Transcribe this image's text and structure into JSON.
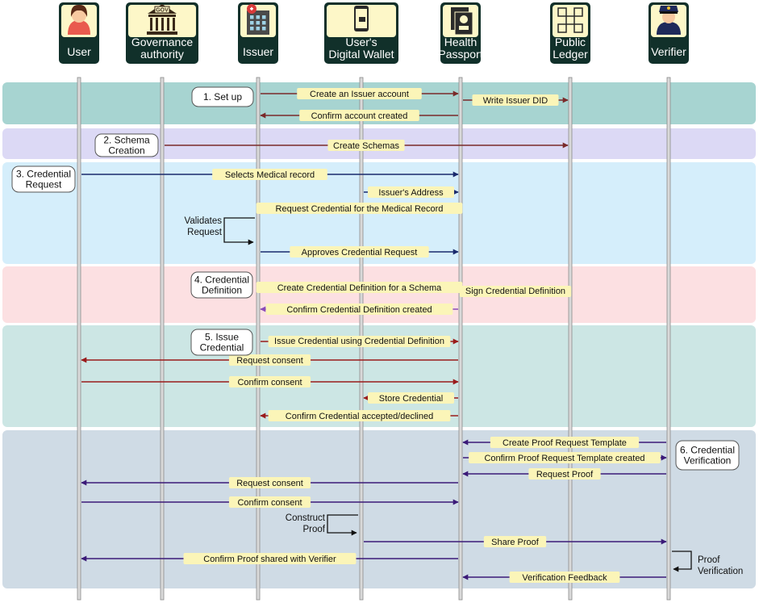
{
  "actors": [
    {
      "id": "user",
      "label": [
        "User"
      ],
      "icon": "user-woman-icon"
    },
    {
      "id": "gov",
      "label": [
        "Governance",
        "authority"
      ],
      "icon": "government-building-icon"
    },
    {
      "id": "issuer",
      "label": [
        "Issuer"
      ],
      "icon": "hospital-icon"
    },
    {
      "id": "wallet",
      "label": [
        "User's",
        "Digital Wallet"
      ],
      "icon": "mobile-wallet-icon"
    },
    {
      "id": "passport",
      "label": [
        "Health",
        "Passport"
      ],
      "icon": "health-passport-icon"
    },
    {
      "id": "ledger",
      "label": [
        "Public",
        "Ledger"
      ],
      "icon": "blockchain-icon"
    },
    {
      "id": "verifier",
      "label": [
        "Verifier"
      ],
      "icon": "police-officer-icon"
    }
  ],
  "icons": {
    "gov_text": "GOV"
  },
  "colors": {
    "setup_band": "#a7d4d1",
    "schema_band": "#dcd9f5",
    "request_band": "#d5eefb",
    "definition_band": "#fce0e2",
    "issue_band": "#cce6e4",
    "verification_band": "#cfdbe5",
    "arrow_brown": "#7a2a2a",
    "arrow_navy": "#1a2a6c",
    "arrow_purple": "#8a4bb8",
    "arrow_red": "#9a1b1b",
    "arrow_indigo": "#3b1a78",
    "label_bg": "#fbf5b8",
    "actor_box": "#11302a"
  },
  "phases": [
    {
      "label": [
        "1. Set up"
      ]
    },
    {
      "label": [
        "2. Schema",
        "Creation"
      ]
    },
    {
      "label": [
        "3. Credential",
        "Request"
      ]
    },
    {
      "label": [
        "4. Credential",
        "Definition"
      ]
    },
    {
      "label": [
        "5. Issue",
        "Credential"
      ]
    },
    {
      "label": [
        "6. Credential",
        "Verification"
      ]
    }
  ],
  "messages": [
    {
      "from": "issuer",
      "to": "passport",
      "label": "Create an Issuer account",
      "color": "arrow_brown"
    },
    {
      "from": "passport",
      "to": "ledger",
      "label": "Write Issuer DID",
      "color": "arrow_brown"
    },
    {
      "from": "passport",
      "to": "issuer",
      "label": "Confirm account created",
      "color": "arrow_brown"
    },
    {
      "from": "gov",
      "to": "ledger",
      "label": "Create Schemas",
      "color": "arrow_brown"
    },
    {
      "from": "user",
      "to": "passport",
      "label": "Selects Medical record",
      "color": "arrow_navy"
    },
    {
      "from": "wallet",
      "to": "passport",
      "label": "Issuer's Address",
      "color": "arrow_navy"
    },
    {
      "from": "passport",
      "to": "issuer",
      "label": "Request Credential for the Medical Record",
      "color": "arrow_navy"
    },
    {
      "from": "issuer",
      "to": "passport",
      "label": "Approves Credential Request",
      "color": "arrow_navy"
    },
    {
      "from": "issuer",
      "to": "passport",
      "label": "Create Credential Definition for a Schema",
      "color": "arrow_purple"
    },
    {
      "from": "passport",
      "to": "ledger",
      "label": "Sign Credential Definition",
      "color": "arrow_purple",
      "small": true
    },
    {
      "from": "passport",
      "to": "issuer",
      "label": "Confirm Credential Definition created",
      "color": "arrow_purple"
    },
    {
      "from": "issuer",
      "to": "passport",
      "label": "Issue Credential using Credential Definition",
      "color": "arrow_red",
      "small": true
    },
    {
      "from": "passport",
      "to": "user",
      "label": "Request consent",
      "color": "arrow_red"
    },
    {
      "from": "user",
      "to": "passport",
      "label": "Confirm consent",
      "color": "arrow_red"
    },
    {
      "from": "passport",
      "to": "wallet",
      "label": "Store Credential",
      "color": "arrow_red"
    },
    {
      "from": "passport",
      "to": "issuer",
      "label": "Confirm Credential accepted/declined",
      "color": "arrow_red"
    },
    {
      "from": "verifier",
      "to": "passport",
      "label": "Create Proof Request Template",
      "color": "arrow_indigo"
    },
    {
      "from": "passport",
      "to": "verifier",
      "label": "Confirm Proof Request Template created",
      "color": "arrow_indigo"
    },
    {
      "from": "verifier",
      "to": "passport",
      "label": "Request Proof",
      "color": "arrow_indigo"
    },
    {
      "from": "passport",
      "to": "user",
      "label": "Request consent",
      "color": "arrow_indigo"
    },
    {
      "from": "user",
      "to": "passport",
      "label": "Confirm consent",
      "color": "arrow_indigo"
    },
    {
      "from": "wallet",
      "to": "verifier",
      "label": "Share Proof",
      "color": "arrow_indigo"
    },
    {
      "from": "passport",
      "to": "user",
      "label": "Confirm Proof shared with Verifier",
      "color": "arrow_indigo"
    },
    {
      "from": "verifier",
      "to": "passport",
      "label": "Verification Feedback",
      "color": "arrow_indigo"
    }
  ],
  "self_notes": [
    {
      "actor": "issuer",
      "label": [
        "Validates",
        "Request"
      ]
    },
    {
      "actor": "wallet",
      "label": [
        "Construct",
        "Proof"
      ]
    },
    {
      "actor": "verifier",
      "label": [
        "Proof",
        "Verification"
      ]
    }
  ]
}
